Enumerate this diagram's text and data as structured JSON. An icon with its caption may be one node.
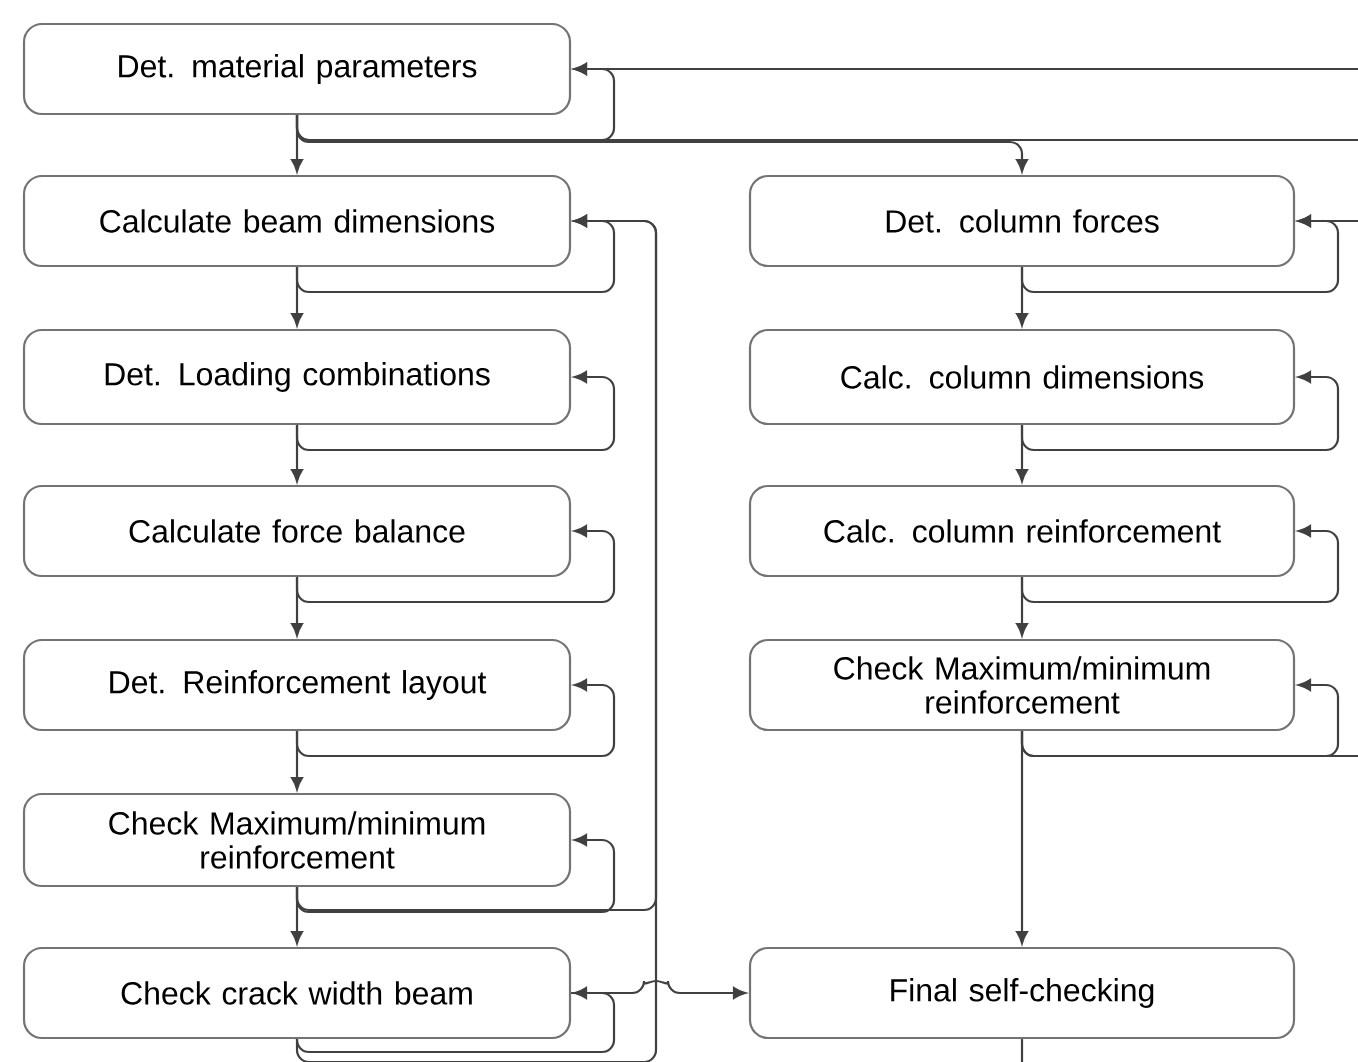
{
  "diagram": {
    "nodes": [
      {
        "text": [
          "Det. material parameters"
        ]
      },
      {
        "text": [
          "Calculate beam dimensions"
        ]
      },
      {
        "text": [
          "Det. Loading combinations"
        ]
      },
      {
        "text": [
          "Calculate force balance"
        ]
      },
      {
        "text": [
          "Det. Reinforcement layout"
        ]
      },
      {
        "text": [
          "Check Maximum/minimum reinforcement"
        ]
      },
      {
        "text": [
          "Check crack width beam"
        ]
      },
      {
        "text": [
          "Det. column forces"
        ]
      },
      {
        "text": [
          "Calc. column dimensions"
        ]
      },
      {
        "text": [
          "Calc. column reinforcement"
        ]
      },
      {
        "text": [
          "Check Maximum/minimum reinforcement"
        ]
      },
      {
        "text": [
          "Final self-checking"
        ]
      }
    ],
    "edges": [
      {
        "from": 0,
        "to": 1,
        "arrow": "to"
      },
      {
        "from": 0,
        "to": 7,
        "arrow": "to"
      },
      {
        "from": 0,
        "to": 0,
        "arrow": "to"
      },
      {
        "from": 1,
        "to": 2,
        "arrow": "to"
      },
      {
        "from": 1,
        "to": 1,
        "arrow": "to"
      },
      {
        "from": 2,
        "to": 3,
        "arrow": "to"
      },
      {
        "from": 2,
        "to": 2,
        "arrow": "to"
      },
      {
        "from": 3,
        "to": 4,
        "arrow": "to"
      },
      {
        "from": 3,
        "to": 3,
        "arrow": "to"
      },
      {
        "from": 4,
        "to": 5,
        "arrow": "to"
      },
      {
        "from": 4,
        "to": 4,
        "arrow": "to"
      },
      {
        "from": 5,
        "to": 6,
        "arrow": "to"
      },
      {
        "from": 5,
        "to": 5,
        "arrow": "to"
      },
      {
        "from": 5,
        "to": 1,
        "arrow": "to"
      },
      {
        "from": 6,
        "to": 6,
        "arrow": "to"
      },
      {
        "from": 6,
        "to": 1,
        "arrow": "to"
      },
      {
        "from": 6,
        "to": 11,
        "arrow": "to"
      },
      {
        "from": 7,
        "to": 8,
        "arrow": "to"
      },
      {
        "from": 7,
        "to": 7,
        "arrow": "to"
      },
      {
        "from": 8,
        "to": 9,
        "arrow": "to"
      },
      {
        "from": 8,
        "to": 8,
        "arrow": "to"
      },
      {
        "from": 9,
        "to": 10,
        "arrow": "to"
      },
      {
        "from": 9,
        "to": 9,
        "arrow": "to"
      },
      {
        "from": 10,
        "to": 11,
        "arrow": "to"
      },
      {
        "from": 10,
        "to": 10,
        "arrow": "to"
      },
      {
        "from": null,
        "to": 0,
        "arrow": "to"
      },
      {
        "from": 0,
        "to": null,
        "arrow": "none"
      },
      {
        "from": null,
        "to": 7,
        "arrow": "to"
      },
      {
        "from": 10,
        "to": null,
        "arrow": "none"
      },
      {
        "from": 11,
        "to": null,
        "arrow": "none"
      }
    ]
  }
}
